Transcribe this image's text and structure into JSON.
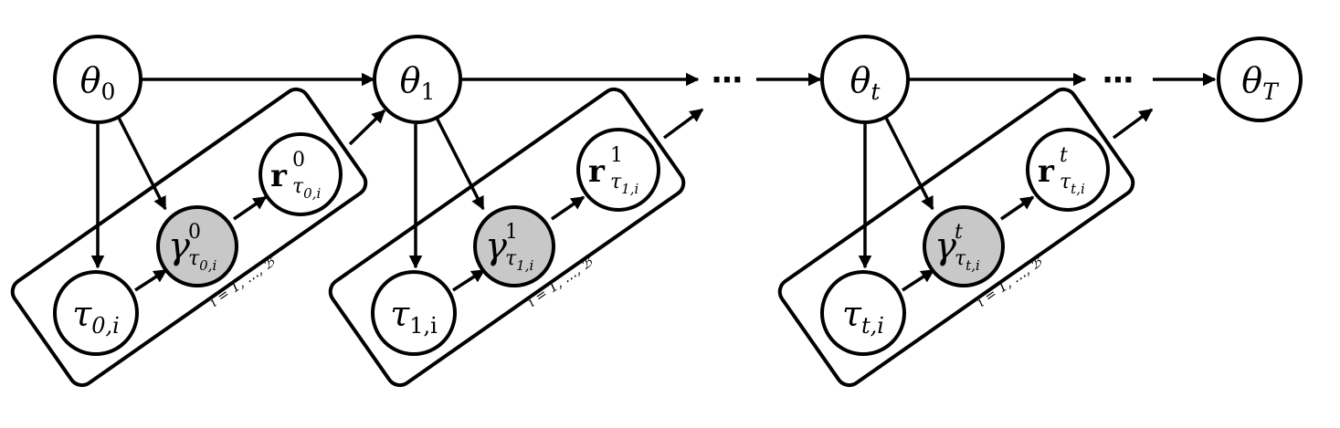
{
  "colors": {
    "observed_fill": "#c8c8c8",
    "stroke": "#000000",
    "background": "#ffffff"
  },
  "ellipsis": "⋯",
  "theta_nodes": [
    {
      "sym": "θ",
      "sub": "0"
    },
    {
      "sym": "θ",
      "sub": "1"
    },
    {
      "sym": "θ",
      "sub": "t"
    },
    {
      "sym": "θ",
      "sub": "T"
    }
  ],
  "stages": [
    {
      "tau": {
        "sym": "τ",
        "sub": "0,i"
      },
      "gamma": {
        "sym": "γ",
        "sup": "0",
        "sub_sym": "τ",
        "sub_sub": "0,i"
      },
      "r": {
        "sym": "r",
        "sup": "0",
        "sub_sym": "τ",
        "sub_sub": "0,i"
      },
      "plate_label": "i = 1, …, ℬ"
    },
    {
      "tau": {
        "sym": "τ",
        "sub": "1,i"
      },
      "gamma": {
        "sym": "γ",
        "sup": "1",
        "sub_sym": "τ",
        "sub_sub": "1,i"
      },
      "r": {
        "sym": "r",
        "sup": "1",
        "sub_sym": "τ",
        "sub_sub": "1,i"
      },
      "plate_label": "i = 1, …, ℬ"
    },
    {
      "tau": {
        "sym": "τ",
        "sub": "t,i"
      },
      "gamma": {
        "sym": "γ",
        "sup": "t",
        "sub_sym": "τ",
        "sub_sub": "t,i"
      },
      "r": {
        "sym": "r",
        "sup": "t",
        "sub_sym": "τ",
        "sub_sub": "t,i"
      },
      "plate_label": "i = 1, …, ℬ"
    }
  ]
}
